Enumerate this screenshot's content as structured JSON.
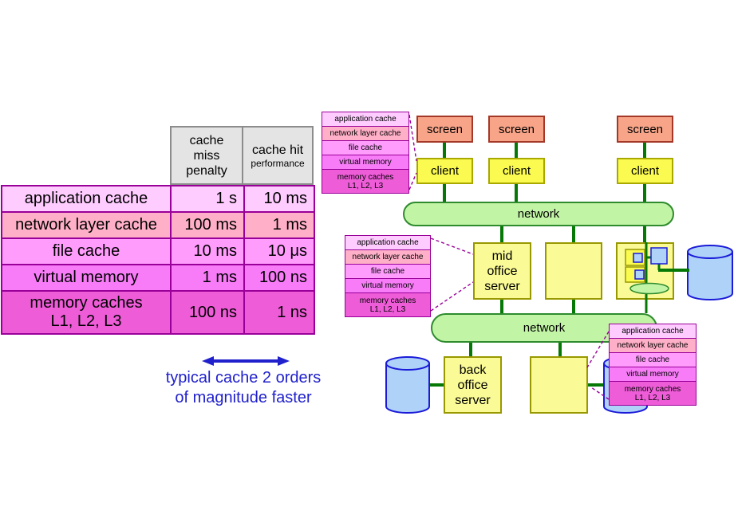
{
  "table": {
    "headers": {
      "col1": "cache\nmiss\npenalty",
      "col2_main": "cache hit",
      "col2_sub": "performance"
    },
    "rows": [
      {
        "label": "application cache",
        "miss": "1 s",
        "hit": "10 ms",
        "color": "#FFCCFF"
      },
      {
        "label": "network layer cache",
        "miss": "100 ms",
        "hit": "1 ms",
        "color": "#FFB0C8"
      },
      {
        "label": "file cache",
        "miss": "10 ms",
        "hit": "10 μs",
        "color": "#FF9CFC"
      },
      {
        "label": "virtual memory",
        "miss": "1 ms",
        "hit": "100 ns",
        "color": "#F87CF8"
      },
      {
        "label": "memory caches\nL1, L2, L3",
        "miss": "100 ns",
        "hit": "1 ns",
        "color": "#EE5CD8"
      }
    ]
  },
  "note": {
    "line1": "typical cache 2 orders",
    "line2": "of magnitude faster",
    "color": "#2020CC"
  },
  "cache_stack": {
    "rows": [
      "application cache",
      "network layer cache",
      "file cache",
      "virtual memory",
      "memory caches\nL1, L2, L3"
    ]
  },
  "diagram": {
    "screen_label": "screen",
    "client_label": "client",
    "network_label": "network",
    "mid_server_label": "mid\noffice\nserver",
    "back_server_label": "back\noffice\nserver",
    "colors": {
      "screen_fill": "#F8A488",
      "client_fill": "#FAFA50",
      "server_fill": "#FAFA96",
      "network_fill": "#C2F4A6",
      "cylinder_fill": "#AED2F8",
      "cylinder_border": "#1A1AD8",
      "green_line": "#067806",
      "callout_border": "#990099",
      "table_border": "#990099"
    }
  }
}
